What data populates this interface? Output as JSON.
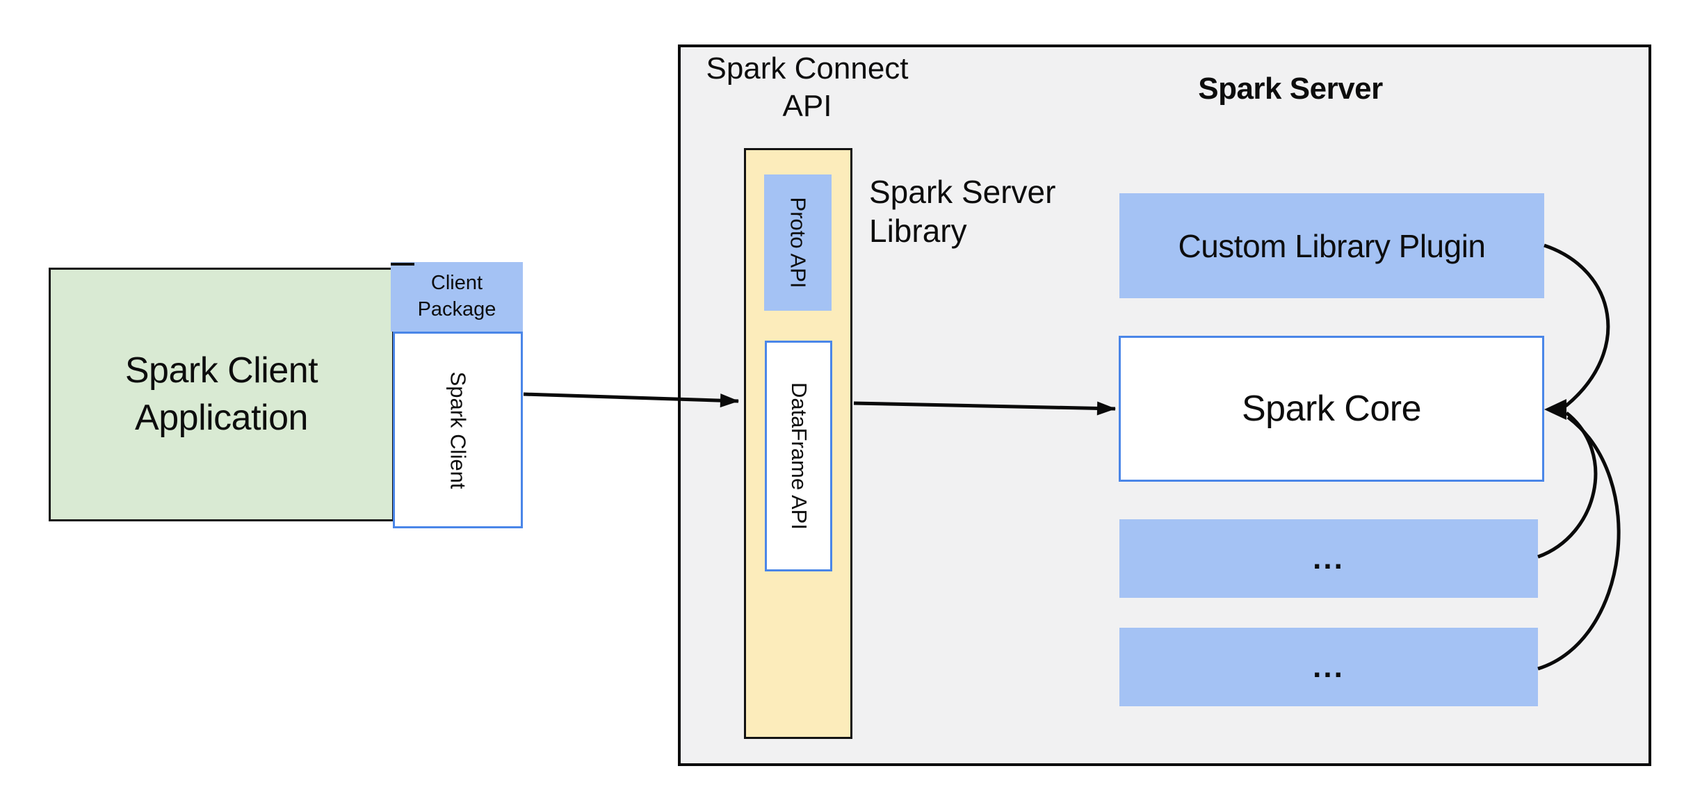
{
  "client": {
    "application_label": "Spark Client Application",
    "package_label": "Client Package",
    "spark_client_label": "Spark Client"
  },
  "connect_api": {
    "heading": "Spark Connect API",
    "proto_api_label": "Proto API",
    "dataframe_api_label": "DataFrame API"
  },
  "server": {
    "heading": "Spark Server",
    "library_heading": "Spark Server Library",
    "plugin_label": "Custom Library Plugin",
    "core_label": "Spark Core",
    "placeholder_box_1": "...",
    "placeholder_box_2": "..."
  },
  "colors": {
    "canvas": "#ffffff",
    "client_app_fill": "#d9ead3",
    "accent_blue_fill": "#a4c2f4",
    "connect_api_fill": "#fcecbb",
    "server_fill": "#f1f1f2",
    "box_border_blue": "#4a86e8",
    "line_black": "#0a0a0a"
  }
}
